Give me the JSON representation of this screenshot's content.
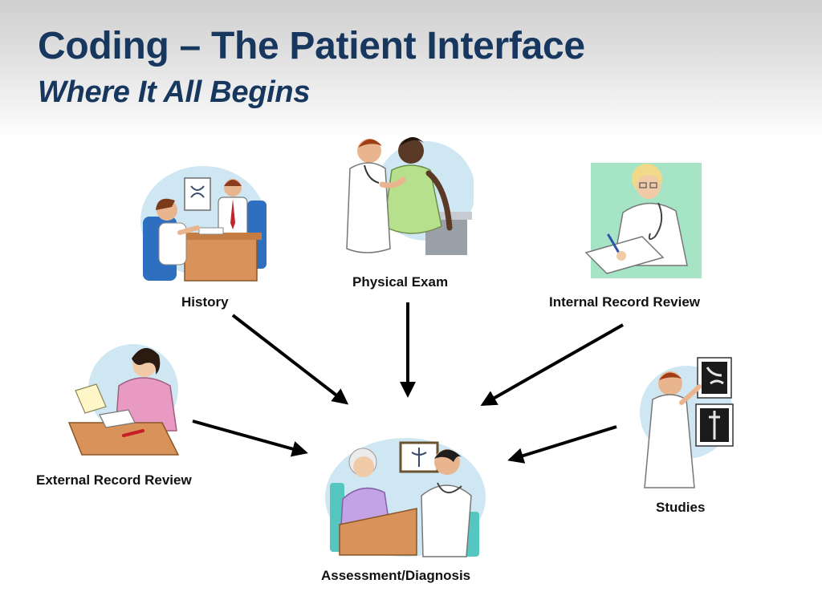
{
  "slide": {
    "title": "Coding – The Patient Interface",
    "subtitle": "Where It All Begins"
  },
  "nodes": {
    "history": "History",
    "physical_exam": "Physical Exam",
    "internal_record_review": "Internal Record Review",
    "external_record_review": "External Record Review",
    "studies": "Studies",
    "assessment_diagnosis": "Assessment/Diagnosis"
  },
  "edges": [
    {
      "from": "History",
      "to": "Assessment/Diagnosis"
    },
    {
      "from": "Physical Exam",
      "to": "Assessment/Diagnosis"
    },
    {
      "from": "Internal Record Review",
      "to": "Assessment/Diagnosis"
    },
    {
      "from": "External Record Review",
      "to": "Assessment/Diagnosis"
    },
    {
      "from": "Studies",
      "to": "Assessment/Diagnosis"
    }
  ]
}
